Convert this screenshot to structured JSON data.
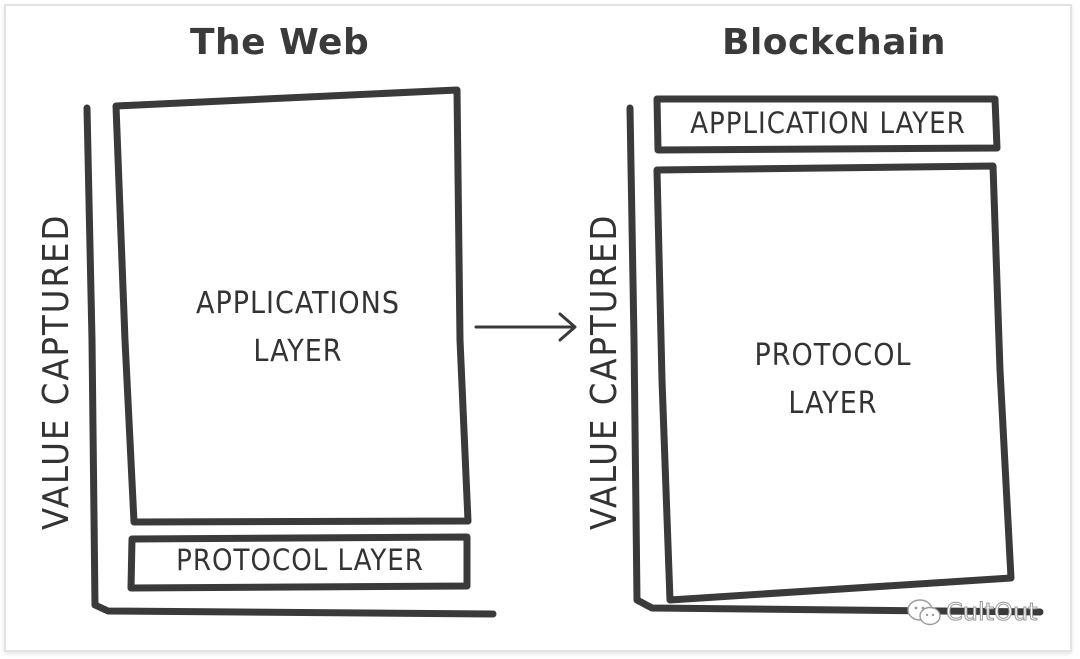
{
  "left_panel": {
    "title": "The Web",
    "axis_label": "VALUE CAPTURED",
    "large_box_label": [
      "APPLICATIONS",
      "LAYER"
    ],
    "small_box_label": "PROTOCOL LAYER"
  },
  "right_panel": {
    "title": "Blockchain",
    "axis_label": "VALUE CAPTURED",
    "large_box_label": [
      "PROTOCOL",
      "LAYER"
    ],
    "small_box_label": "APPLICATION LAYER"
  },
  "watermark": {
    "text": "CultOut",
    "icon": "wechat-icon"
  },
  "colors": {
    "stroke": "#3a3a3a",
    "text": "#333333"
  }
}
